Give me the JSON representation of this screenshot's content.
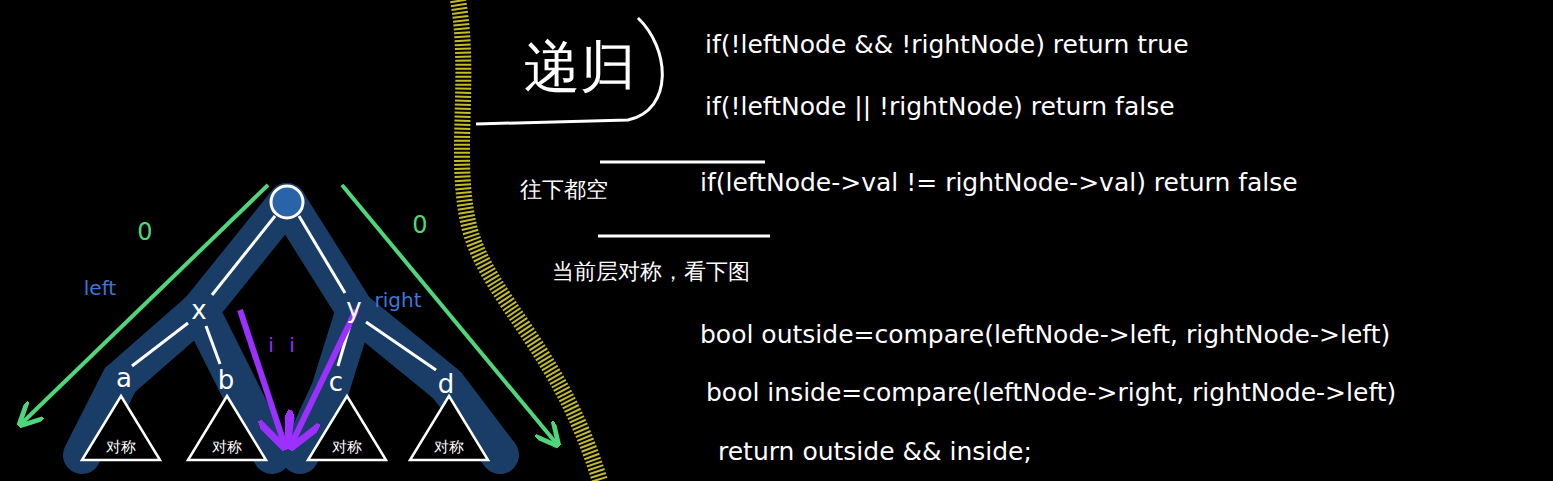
{
  "diagram": {
    "nodes": [
      {
        "text": [
          "递归"
        ]
      },
      {
        "text": [
          "对称"
        ]
      },
      {
        "text": [
          "对称"
        ]
      },
      {
        "text": [
          "对称"
        ]
      },
      {
        "text": [
          "对称"
        ]
      }
    ],
    "labels": [
      "if(!leftNode && !rightNode) return true",
      "if(!leftNode || !rightNode) return false",
      "往下都空",
      "if(leftNode->val != rightNode->val) return false",
      "当前层对称，看下图",
      "bool outside=compare(leftNode->left, rightNode->left)",
      "bool inside=compare(leftNode->right, rightNode->left)",
      "return outside && inside;",
      "0",
      "0",
      "left",
      "right",
      "x",
      "y",
      "i",
      "i",
      "a",
      "b",
      "c",
      "d"
    ]
  }
}
